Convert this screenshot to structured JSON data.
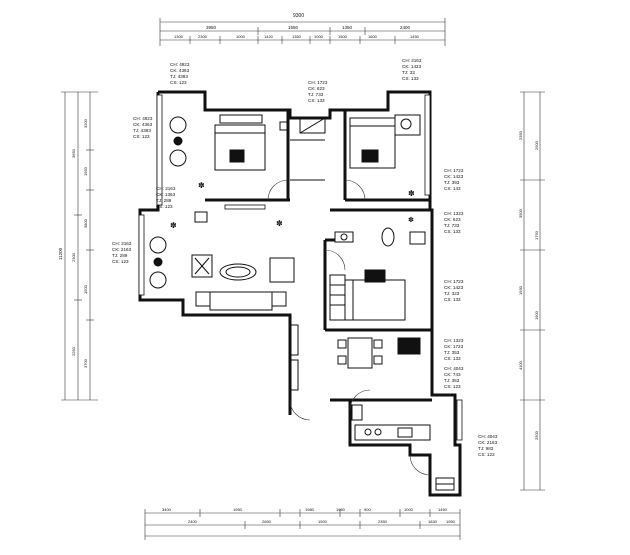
{
  "top_dimensions": {
    "total": "9300",
    "row1": [
      "3950",
      "1550",
      "1350",
      "2400"
    ],
    "row2": [
      "1300",
      "2300",
      "1000",
      "1420",
      "1350",
      "1000",
      "1500",
      "1600",
      "1450"
    ]
  },
  "bottom_dimensions": {
    "row1": [
      "3400",
      "1950",
      "1980",
      "1960",
      "900",
      "1000",
      "1450"
    ],
    "row2": [
      "2400",
      "2650",
      "1500",
      "2350",
      "1830",
      "1950"
    ]
  },
  "left_dimensions": {
    "total": "11200",
    "segments": [
      "3650",
      "2300",
      "2250",
      "3200",
      "1950",
      "3800",
      "1500",
      "3700"
    ]
  },
  "right_dimensions": {
    "segments": [
      "2350",
      "3500",
      "1930",
      "4100",
      "2500",
      "1750",
      "1900",
      "2500"
    ]
  },
  "room_labels": [
    {
      "lines": [
        "CH: 4923",
        "CK: 4363",
        "TJ: 4393",
        "CS: 123"
      ]
    },
    {
      "lines": [
        "CH: 4923",
        "CK: 4363",
        "TJ: 4393",
        "CS: 123"
      ]
    },
    {
      "lines": [
        "CH: 2163",
        "CK: 1363",
        "TJ: 289",
        "CS: 123"
      ]
    },
    {
      "lines": [
        "CH: 2163",
        "CK: 2163",
        "TJ: 289",
        "CS: 123"
      ]
    },
    {
      "lines": [
        "CH: 1723",
        "CK: 623",
        "TJ: 733",
        "CS: 133"
      ]
    },
    {
      "lines": [
        "CH: 2163",
        "CK: 1423",
        "TJ: 33",
        "CS: 133"
      ]
    },
    {
      "lines": [
        "CH: 1723",
        "CK: 1423",
        "TJ: 393",
        "CS: 143"
      ]
    },
    {
      "lines": [
        "CH: 1323",
        "CK: 623",
        "TJ: 733",
        "CS: 133"
      ]
    },
    {
      "lines": [
        "CH: 1723",
        "CK: 1423",
        "TJ: 323",
        "CS: 133"
      ]
    },
    {
      "lines": [
        "CH: 1323",
        "CK: 1723",
        "TJ: 353",
        "CS: 133"
      ]
    },
    {
      "lines": [
        "CH: 4043",
        "CK: 743",
        "TJ: 353",
        "CS: 123"
      ]
    },
    {
      "lines": [
        "CH: 4043",
        "CK: 2163",
        "TJ: 983",
        "CS: 123"
      ]
    }
  ]
}
